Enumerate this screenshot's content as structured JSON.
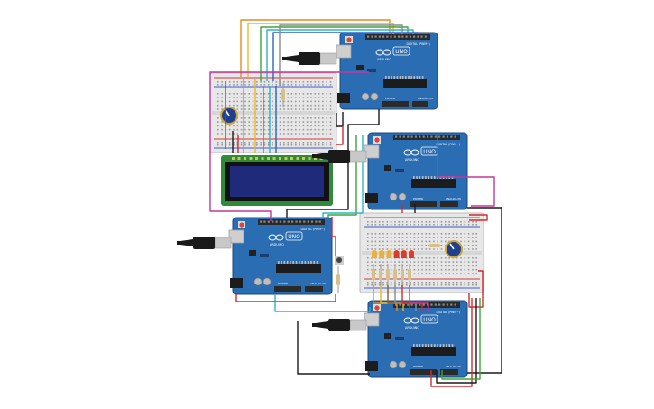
{
  "canvas": {
    "background": "#ffffff"
  },
  "colors": {
    "board": "#2b6db3",
    "board_dark": "#1d4f86",
    "board_edge": "#184a7d",
    "breadboard": "#e7e7e7",
    "breadboard_rail": "#d6d6d6",
    "rail_red": "#d23b3b",
    "rail_blue": "#3b5bd2",
    "chip": "#1c1c1c",
    "header": "#2a2a2a",
    "usb_metal": "#c8c8c8",
    "cable": "#1a1a1a",
    "lcd_pcb": "#2f8a3a",
    "lcd_screen": "#1f2a7a",
    "lcd_bezel": "#111111",
    "reset_red": "#d9453a",
    "pot_body": "#1f3f8f",
    "button_body": "#444444",
    "resistor": "#d8c08a",
    "led_red": "#d83c2a",
    "led_yellow": "#e9b13b",
    "led_off": "#a33b2d",
    "wire_black": "#1a1a1a",
    "wire_red": "#d42a2a",
    "wire_magenta": "#c0399a",
    "wire_yellow": "#e8b52a",
    "wire_orange": "#e58a1f",
    "wire_green": "#3aa63a",
    "wire_cyan": "#2fb5c9",
    "wire_blue": "#2a63c9",
    "wire_grey": "#8a8a8a",
    "wire_brown": "#8c5a2b"
  },
  "boards": [
    {
      "id": "arduino-1",
      "logo_text": "UNO",
      "brand_text": "ARDUINO",
      "power_label": "POWER",
      "analog_label": "ANALOG IN",
      "digital_label": "DIGITAL (PWM~)"
    },
    {
      "id": "arduino-2",
      "logo_text": "UNO",
      "brand_text": "ARDUINO",
      "power_label": "POWER",
      "analog_label": "ANALOG IN",
      "digital_label": "DIGITAL (PWM~)"
    },
    {
      "id": "arduino-3",
      "logo_text": "UNO",
      "brand_text": "ARDUINO",
      "power_label": "POWER",
      "analog_label": "ANALOG IN",
      "digital_label": "DIGITAL (PWM~)"
    },
    {
      "id": "arduino-4",
      "logo_text": "UNO",
      "brand_text": "ARDUINO",
      "power_label": "POWER",
      "analog_label": "ANALOG IN",
      "digital_label": "DIGITAL (PWM~)"
    }
  ],
  "breadboards": [
    {
      "id": "breadboard-top"
    },
    {
      "id": "breadboard-bottom"
    }
  ],
  "lcd": {
    "id": "lcd-16x2"
  },
  "leds": [
    {
      "color": "led_yellow"
    },
    {
      "color": "led_yellow"
    },
    {
      "color": "led_yellow"
    },
    {
      "color": "led_red"
    },
    {
      "color": "led_red"
    },
    {
      "color": "led_red"
    }
  ]
}
